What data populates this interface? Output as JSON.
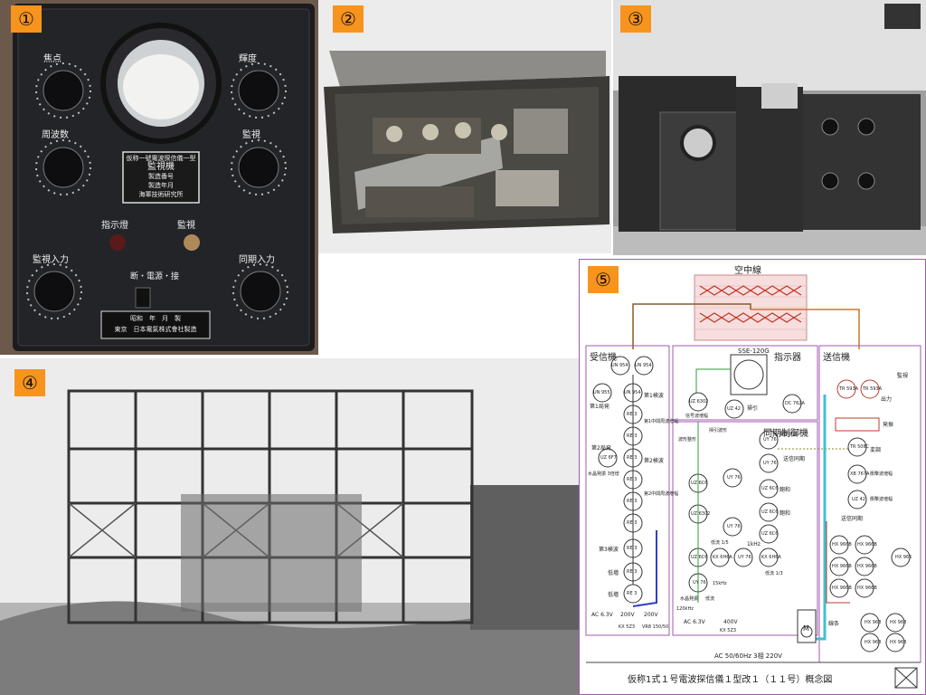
{
  "panels": [
    {
      "badge": "①"
    },
    {
      "badge": "②"
    },
    {
      "badge": "③"
    },
    {
      "badge": "④"
    },
    {
      "badge": "⑤"
    }
  ],
  "device": {
    "knob_labels": [
      "焦点",
      "輝度",
      "周波数",
      "監視",
      "監視入力",
      "同期入力"
    ],
    "plate_lines": [
      "仮称一號電波探信儀一型",
      "監視機",
      "製造番号",
      "製造年月",
      "海軍技術研究所"
    ],
    "lamp_labels": [
      "指示燈",
      "監視"
    ],
    "switch_label": "断・電源・接",
    "maker_plate": [
      "昭和　年　月　製",
      "東京　日本電氣株式會社製造"
    ]
  },
  "diagram": {
    "title": "仮称1式１号電波探信儀１型改１（１１号）概念図",
    "antenna_label": "空中線",
    "receiver": {
      "label": "受信機",
      "tubes": [
        "UN 954",
        "UN 954",
        "UN 955",
        "UN 954",
        "RE 3",
        "RE 3",
        "RE 3",
        "RE 3",
        "UZ 6F7",
        "RE 3",
        "RE 3",
        "RE 3",
        "RE 3",
        "RE 3"
      ],
      "notes": [
        "第1局発",
        "第1検波",
        "第1中間周波増幅",
        "第2局発",
        "第2検波",
        "水晶発振 3倍增",
        "第2中間周波増幅",
        "第3検波",
        "低増",
        "低増"
      ],
      "power": [
        "AC 6.3V",
        "200V",
        "200V",
        "KX 5Z3",
        "VR8 150/50"
      ]
    },
    "indicator": {
      "label": "指示器",
      "crt": "SSE-120G",
      "tubes": [
        "UZ 6302",
        "UZ 42",
        "DC 762A"
      ],
      "notes": [
        "信号波増幅",
        "掃引",
        "掃引波形",
        "波形整形"
      ]
    },
    "sync": {
      "label": "同期制御機",
      "tubes": [
        "UY 76",
        "UY 76",
        "UY 76",
        "UZ 6C6",
        "UZ 6C6",
        "UZ 6C6",
        "UZ 6C6",
        "UZ 6302",
        "UY 76",
        "UZ 6C6",
        "KX 6H6A",
        "UY 76",
        "KX 6H6A",
        "UY 76"
      ],
      "notes": [
        "鋸歯状波",
        "送信同期",
        "飽和",
        "飽和",
        "1kHz",
        "低流 1/5",
        "低流 1/3",
        "15kHz",
        "120kHz",
        "水晶発振",
        "低流"
      ],
      "power": [
        "AC 6.3V",
        "400V",
        "KX 5Z3"
      ]
    },
    "transmitter": {
      "label": "送信機",
      "tubes": [
        "TR 593A",
        "TR 593A",
        "TR 508C",
        "XB 767A",
        "UZ 42",
        "HX 966B",
        "HX 966B",
        "HX 966B",
        "HX 966B",
        "HX 966B",
        "HX 966B",
        "HX 966",
        "HX 968",
        "HX 968",
        "HX 968",
        "HX 968"
      ],
      "notes": [
        "出力",
        "監視",
        "発振",
        "変調",
        "衝撃波増幅",
        "衝撃波増幅",
        "送信同期",
        "線条"
      ]
    },
    "mains": "AC 50/60Hz 3相 220V",
    "motor": "M"
  }
}
